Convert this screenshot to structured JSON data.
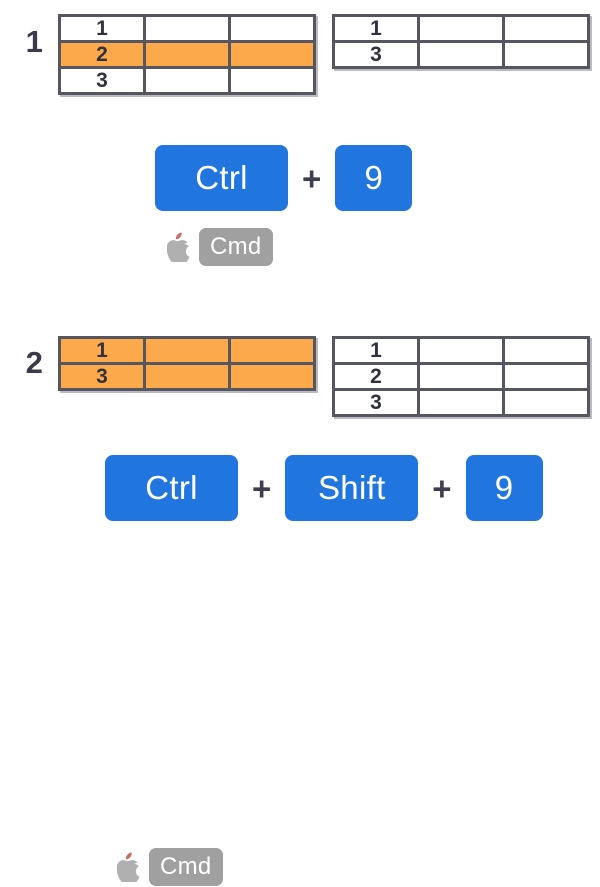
{
  "colors": {
    "key_blue": "#2175de",
    "highlight_orange": "#fba94b",
    "table_border": "#565661",
    "text_dark": "#32323f",
    "cmd_gray": "#a0a0a0",
    "apple_gray": "#b0b0b0"
  },
  "steps": [
    {
      "number": "1",
      "before_table": {
        "columns": 3,
        "rows": [
          {
            "cells": [
              "1",
              "",
              ""
            ],
            "highlighted": false
          },
          {
            "cells": [
              "2",
              "",
              ""
            ],
            "highlighted": true
          },
          {
            "cells": [
              "3",
              "",
              ""
            ],
            "highlighted": false
          }
        ]
      },
      "after_table": {
        "columns": 3,
        "rows": [
          {
            "cells": [
              "1",
              "",
              ""
            ],
            "highlighted": false
          },
          {
            "cells": [
              "3",
              "",
              ""
            ],
            "highlighted": false
          }
        ]
      },
      "shortcut": {
        "keys": [
          "Ctrl",
          "9"
        ],
        "separator": "+"
      },
      "mac_alternative": {
        "icon": "apple-logo-icon",
        "label": "Cmd"
      }
    },
    {
      "number": "2",
      "before_table": {
        "columns": 3,
        "rows": [
          {
            "cells": [
              "1",
              "",
              ""
            ],
            "highlighted": true
          },
          {
            "cells": [
              "3",
              "",
              ""
            ],
            "highlighted": true
          }
        ]
      },
      "after_table": {
        "columns": 3,
        "rows": [
          {
            "cells": [
              "1",
              "",
              ""
            ],
            "highlighted": false
          },
          {
            "cells": [
              "2",
              "",
              ""
            ],
            "highlighted": false
          },
          {
            "cells": [
              "3",
              "",
              ""
            ],
            "highlighted": false
          }
        ]
      },
      "shortcut": {
        "keys": [
          "Ctrl",
          "Shift",
          "9"
        ],
        "separator": "+"
      },
      "mac_alternative": {
        "icon": "apple-logo-icon",
        "label": "Cmd"
      }
    }
  ]
}
